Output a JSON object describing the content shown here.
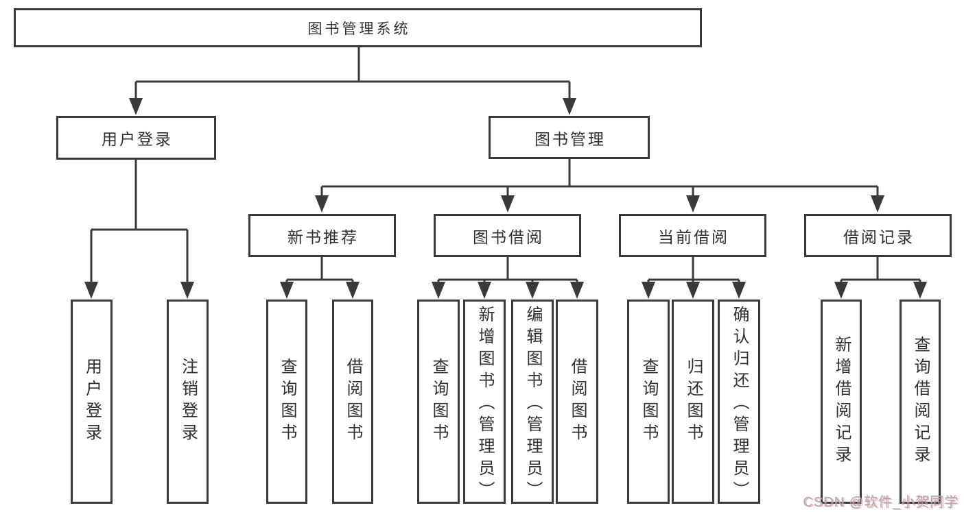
{
  "diagram": {
    "type": "hierarchy-tree",
    "line_color": "#3a3a3a",
    "text_color": "#303030",
    "background_color": "#ffffff",
    "tree": {
      "label": "图书管理系统",
      "children": [
        {
          "label": "用户登录",
          "children": [
            {
              "label": "用户登录"
            },
            {
              "label": "注销登录"
            }
          ]
        },
        {
          "label": "图书管理",
          "children": [
            {
              "label": "新书推荐",
              "children": [
                {
                  "label": "查询图书"
                },
                {
                  "label": "借阅图书"
                }
              ]
            },
            {
              "label": "图书借阅",
              "children": [
                {
                  "label": "查询图书"
                },
                {
                  "label": "新增图书（管理员）"
                },
                {
                  "label": "编辑图书（管理员）"
                },
                {
                  "label": "借阅图书"
                }
              ]
            },
            {
              "label": "当前借阅",
              "children": [
                {
                  "label": "查询图书"
                },
                {
                  "label": "归还图书"
                },
                {
                  "label": "确认归还（管理员）"
                }
              ]
            },
            {
              "label": "借阅记录",
              "children": [
                {
                  "label": "新增借阅记录"
                },
                {
                  "label": "查询借阅记录"
                }
              ]
            }
          ]
        }
      ]
    },
    "watermark": {
      "text": "CSDN @软件_小贺同学",
      "color": "#ababab",
      "shadow_color": "#f0828c"
    }
  }
}
